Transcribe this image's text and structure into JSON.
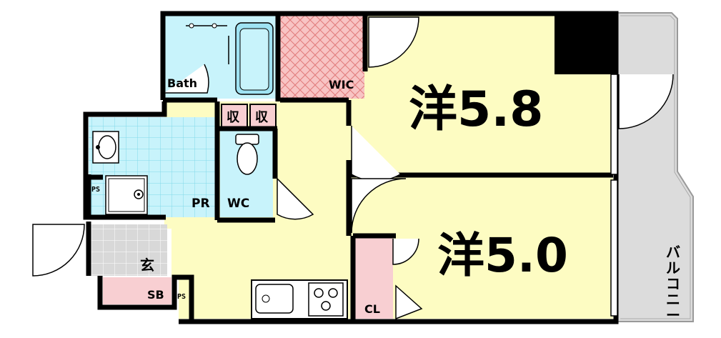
{
  "rooms": {
    "room_a": {
      "kanji": "洋",
      "size": "5.8"
    },
    "room_b": {
      "kanji": "洋",
      "size": "5.0"
    },
    "bath": "Bath",
    "wic": "WIC",
    "pr": "PR",
    "wc": "WC",
    "entrance": "玄",
    "sb": "SB",
    "cl": "CL",
    "storage_1": "収",
    "storage_2": "収",
    "ps_1": "PS",
    "ps_2": "PS"
  },
  "balcony": {
    "label_lines": [
      "バ",
      "ル",
      "コ",
      "ニ",
      "ー"
    ]
  },
  "colors": {
    "wall": "#000000",
    "western_room": "#fdfcc2",
    "wet_area": "#c8f3fb",
    "wic_pink": "#f8c4c4",
    "closet_pink": "#f8cfd2",
    "balcony_gray": "#dcdcdc",
    "entrance_gray": "#d8d8d8"
  }
}
